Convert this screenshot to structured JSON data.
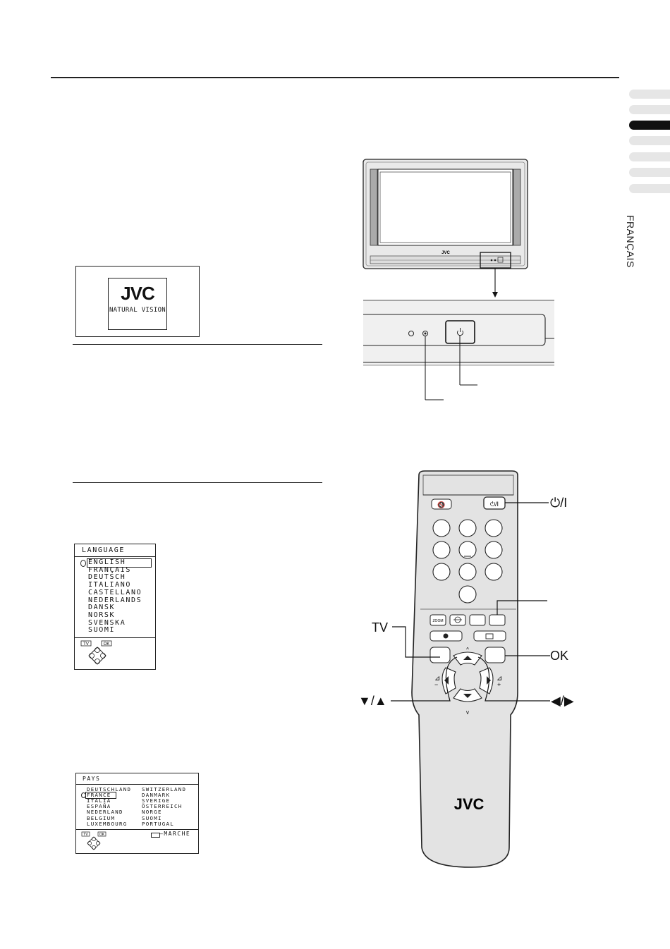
{
  "side_language": "FRANÇAIS",
  "splash": {
    "logo": "JVC",
    "caption": "NATURAL VISION"
  },
  "language_menu": {
    "title": "LANGUAGE",
    "items": [
      "ENGLISH",
      "FRANÇAIS",
      "DEUTSCH",
      "ITALIANO",
      "CASTELLANO",
      "NEDERLANDS",
      "DANSK",
      "NORSK",
      "SVENSKA",
      "SUOMI"
    ],
    "selected": "ENGLISH",
    "nav_tv": "TV",
    "nav_ok": "OK"
  },
  "country_menu": {
    "title": "PAYS",
    "col1": [
      "DEUTSCHLAND",
      "FRANCE",
      "ITALIA",
      "ESPAÑA",
      "NEDERLAND",
      "BELGIUM",
      "LUXEMBOURG"
    ],
    "col2": [
      "SWITZERLAND",
      "DANMARK",
      "SVERIGE",
      "ÖSTERREICH",
      "NORGE",
      "SUOMI",
      "PORTUGAL"
    ],
    "selected": "FRANCE",
    "nav_tv": "TV",
    "nav_ok": "OK",
    "start_label": "MARCHE"
  },
  "tv": {
    "brand": "JVC"
  },
  "remote": {
    "brand": "JVC",
    "zoom_label": "ZOOM"
  },
  "callouts": {
    "power": "⏻/I",
    "tv": "TV",
    "ok": "OK",
    "up_down": "▼/▲",
    "left_right": "◀/▶"
  }
}
